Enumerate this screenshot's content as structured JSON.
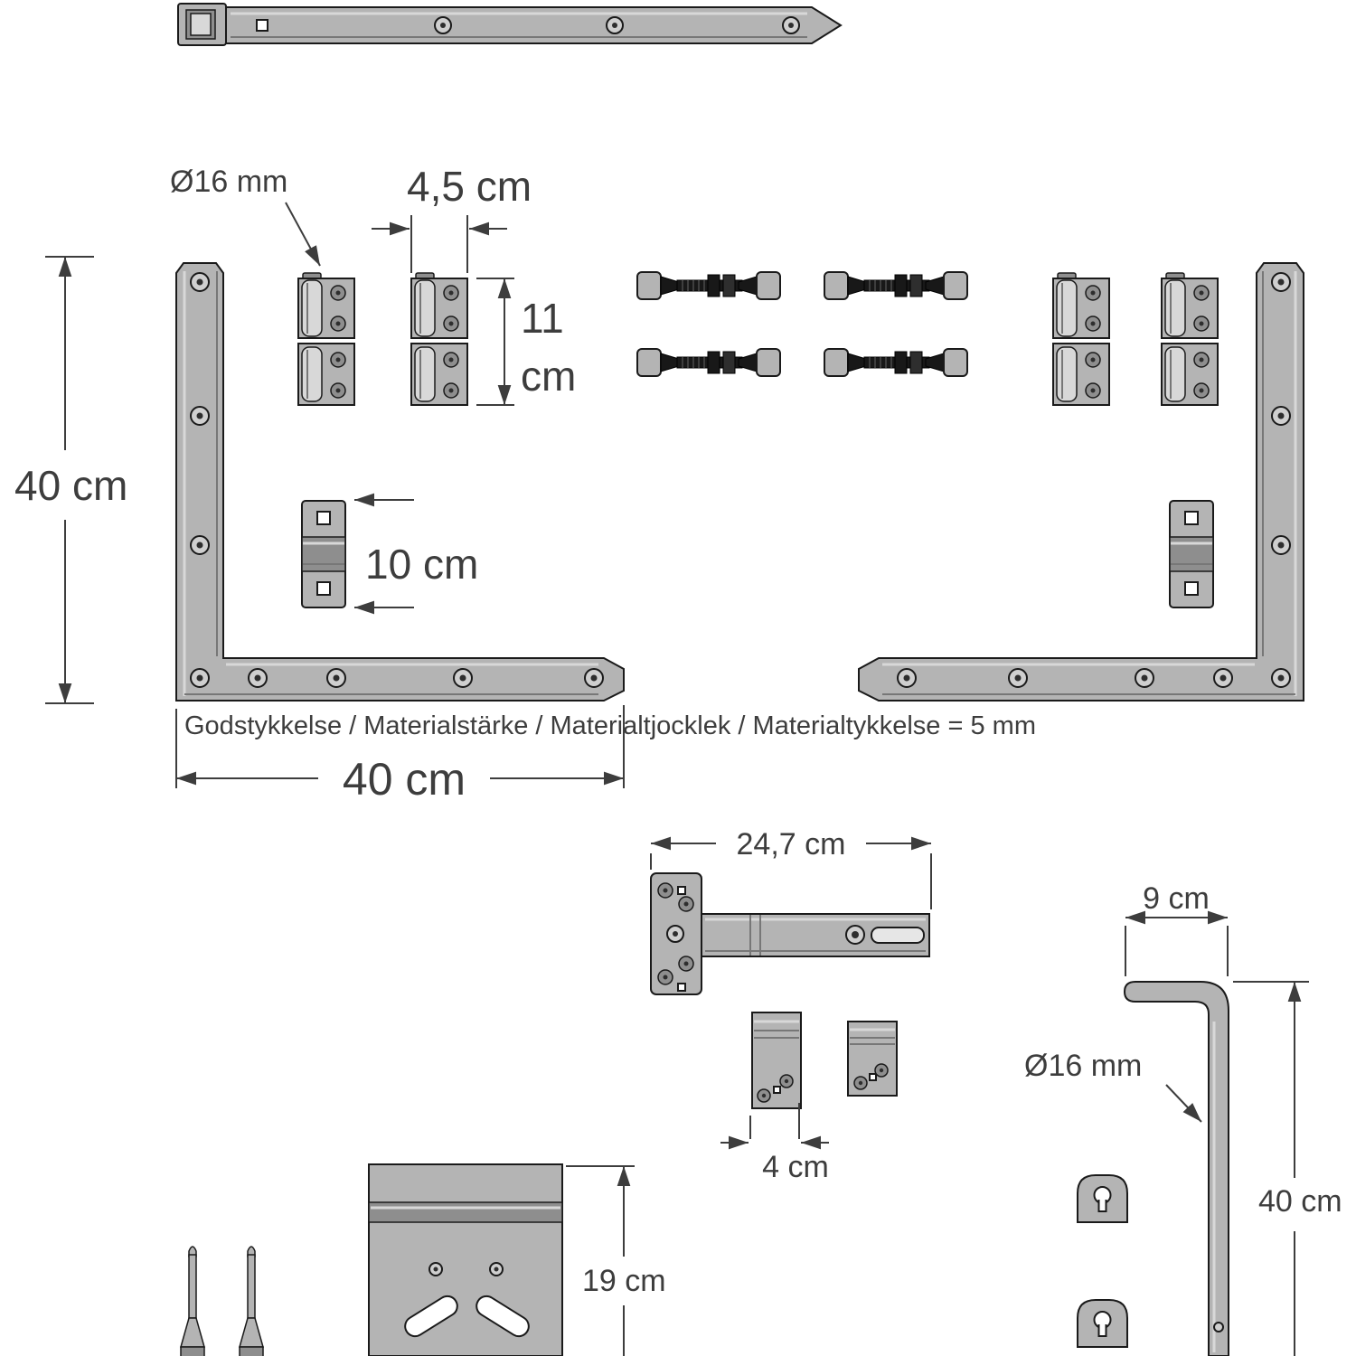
{
  "colors": {
    "part": "#b4b4b4",
    "part-dark": "#8e8e8e",
    "part-light": "#d8d8d8",
    "line": "#1a1a1a",
    "dim": "#3d3d3d",
    "bg": "#ffffff"
  },
  "labels": {
    "hole_dia_top": "Ø16 mm",
    "hinge_width": "4,5 cm",
    "hinge_height_value": "11",
    "hinge_height_unit": "cm",
    "bracket_height": "40 cm",
    "keeper_length": "10 cm",
    "bracket_width": "40 cm",
    "material_note": "Godstykkelse / Materialstärke / Materialtjocklek / Materialtykkelse = 5 mm",
    "t_hinge_length": "24,7 cm",
    "handle_offset": "9 cm",
    "rod_dia": "Ø16 mm",
    "latch_width": "4 cm",
    "plate_height": "19 cm",
    "rod_length": "40 cm"
  }
}
